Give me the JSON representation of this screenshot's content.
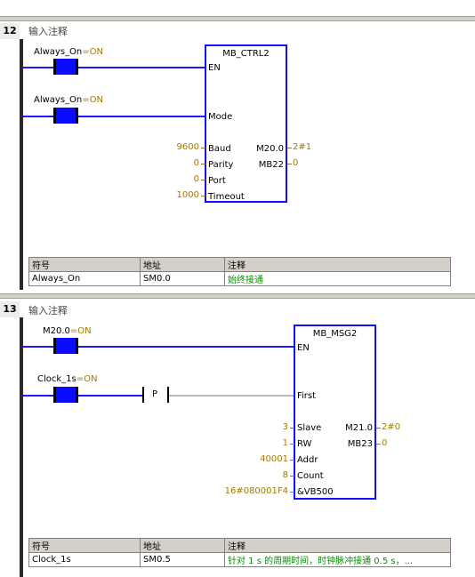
{
  "networks": [
    {
      "number": "12",
      "comment": "输入注释",
      "contacts": [
        {
          "name": "Always_On",
          "state": "=ON"
        },
        {
          "name": "Always_On",
          "state": "=ON"
        }
      ],
      "block": {
        "title": "MB_CTRL2",
        "in_pins": [
          "EN",
          "Mode",
          "Baud",
          "Parity",
          "Port",
          "Timeout"
        ],
        "in_values": [
          "",
          "",
          "9600",
          "0",
          "0",
          "1000"
        ],
        "out_pins": [
          "M20.0",
          "MB22"
        ],
        "out_values": [
          "2#1",
          "0"
        ]
      },
      "symbol_table": {
        "headers": [
          "符号",
          "地址",
          "注释"
        ],
        "rows": [
          [
            "Always_On",
            "SM0.0",
            "始终接通"
          ]
        ]
      }
    },
    {
      "number": "13",
      "comment": "输入注释",
      "contacts": [
        {
          "name": "M20.0",
          "state": "=ON"
        },
        {
          "name": "Clock_1s",
          "state": "=ON"
        }
      ],
      "p_contact": "P",
      "block": {
        "title": "MB_MSG2",
        "in_pins": [
          "EN",
          "First",
          "Slave",
          "RW",
          "Addr",
          "Count",
          "&VB500"
        ],
        "in_values": [
          "",
          "",
          "3",
          "1",
          "40001",
          "8",
          "16#080001F4"
        ],
        "out_pins": [
          "M21.0",
          "MB23"
        ],
        "out_values": [
          "2#0",
          "0"
        ]
      },
      "symbol_table": {
        "headers": [
          "符号",
          "地址",
          "注释"
        ],
        "rows": [
          [
            "Clock_1s",
            "SM0.5",
            "针对 1 s 的周期时间，时钟脉冲接通 0.5 s，..."
          ]
        ]
      }
    }
  ],
  "colors": {
    "wire_active": "#1a1aff",
    "contact_on": "#0b0bff",
    "value": "#a07a00",
    "comment_green": "#009000"
  }
}
